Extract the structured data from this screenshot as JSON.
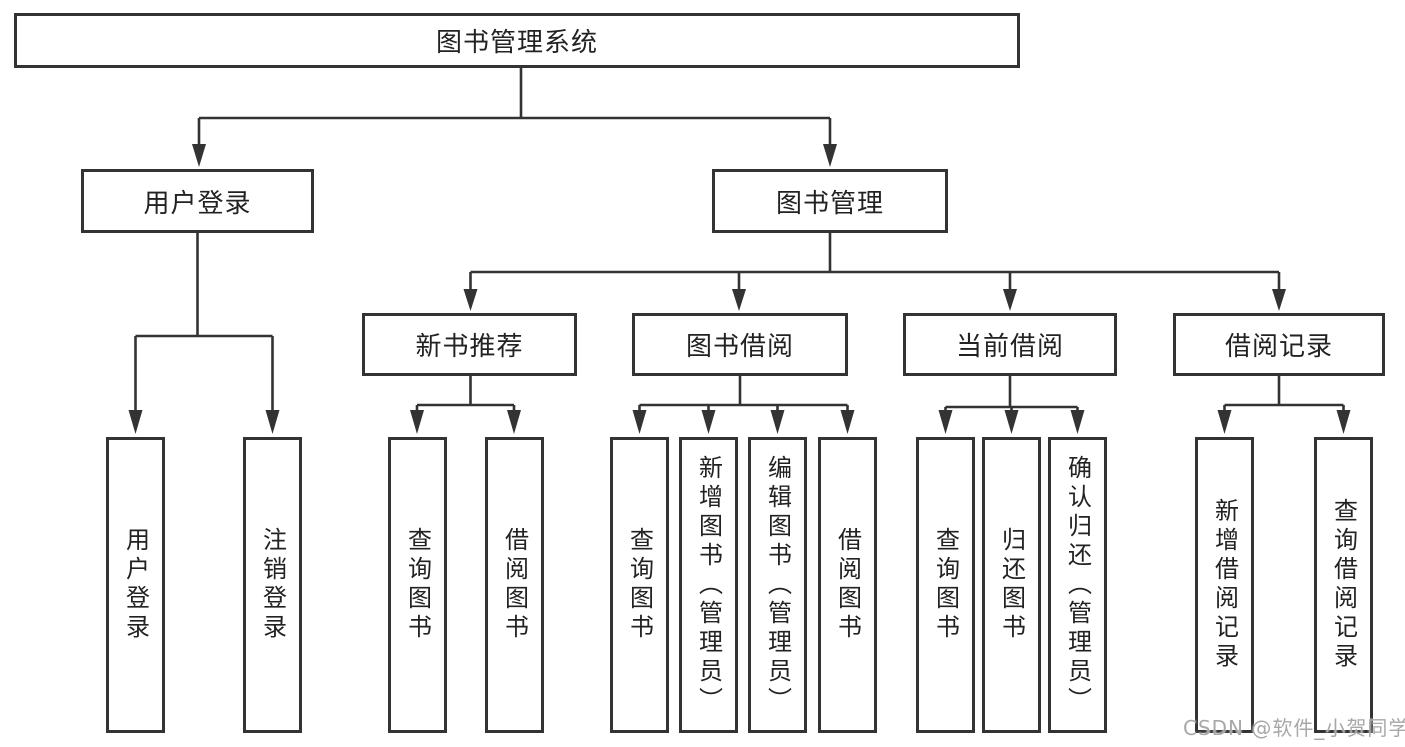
{
  "diagram": {
    "root": "图书管理系统",
    "level2": {
      "user_login": "用户登录",
      "book_mgmt": "图书管理"
    },
    "level3": {
      "new_books": "新书推荐",
      "book_borrow": "图书借阅",
      "current_borrow": "当前借阅",
      "borrow_records": "借阅记录"
    },
    "leaves": {
      "user_login": [
        "用户登录",
        "注销登录"
      ],
      "new_books": [
        "查询图书",
        "借阅图书"
      ],
      "book_borrow": [
        "查询图书",
        "新增图书（管理员）",
        "编辑图书（管理员）",
        "借阅图书"
      ],
      "current_borrow": [
        "查询图书",
        "归还图书",
        "确认归还（管理员）"
      ],
      "borrow_records": [
        "新增借阅记录",
        "查询借阅记录"
      ]
    }
  },
  "watermark": "CSDN @软件_小贺同学",
  "colors": {
    "line": "#333333",
    "text": "#222222",
    "background": "#ffffff",
    "watermark": "#a8a8a8"
  }
}
